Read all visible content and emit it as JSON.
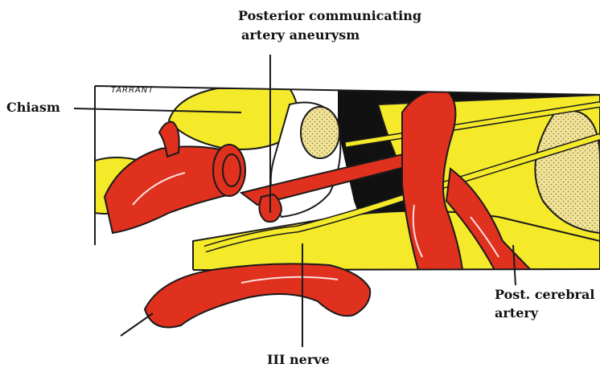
{
  "labels": {
    "aneurysm_line1": "Posterior communicating",
    "aneurysm_line2": "artery aneurysm",
    "chiasm": "Chiasm",
    "post_cerebral_line1": "Post. cerebral",
    "post_cerebral_line2": "artery",
    "iii_nerve": "III nerve",
    "artist_signature": "TARRANT"
  },
  "colors": {
    "artery_red": "#e0301e",
    "nerve_yellow": "#f4ea2a",
    "dark_region": "#111111",
    "tissue_tan": "#f2e39a",
    "outline": "#1a1a1a"
  }
}
